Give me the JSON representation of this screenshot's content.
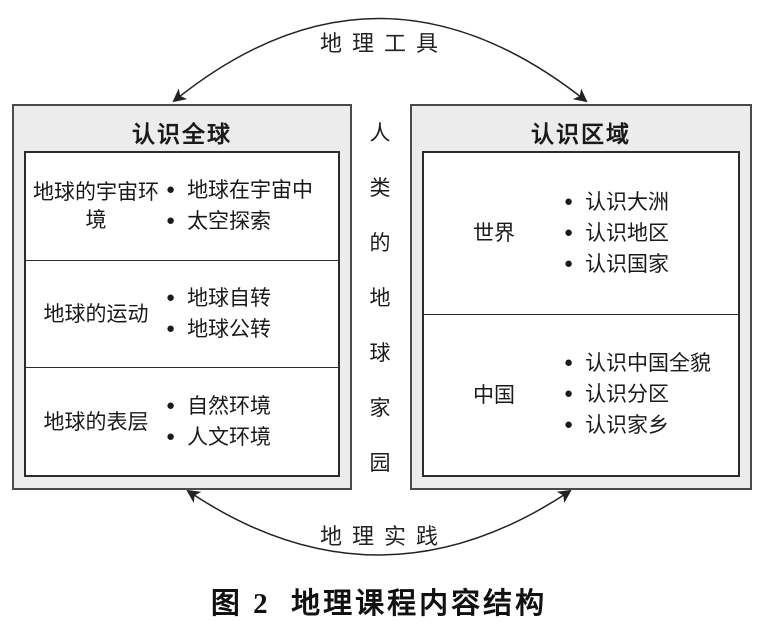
{
  "diagram": {
    "top_arc_label": "地理工具",
    "bottom_arc_label": "地理实践",
    "center_vertical_label": "人类的地球家园",
    "center_chars": [
      "人",
      "类",
      "的",
      "地",
      "球",
      "家",
      "园"
    ],
    "caption": "图 2  地理课程内容结构",
    "icons": {
      "bullet": "●"
    },
    "left_panel": {
      "title": "认识全球",
      "rows": [
        {
          "label": "地球的宇宙环境",
          "items": [
            "地球在宇宙中",
            "太空探索"
          ]
        },
        {
          "label": "地球的运动",
          "items": [
            "地球自转",
            "地球公转"
          ]
        },
        {
          "label": "地球的表层",
          "items": [
            "自然环境",
            "人文环境"
          ]
        }
      ]
    },
    "right_panel": {
      "title": "认识区域",
      "rows": [
        {
          "label": "世界",
          "items": [
            "认识大洲",
            "认识地区",
            "认识国家"
          ]
        },
        {
          "label": "中国",
          "items": [
            "认识中国全貌",
            "认识分区",
            "认识家乡"
          ]
        }
      ]
    },
    "colors": {
      "background": "#ffffff",
      "panel_fill": "#ececec",
      "border": "#2b2b2b",
      "text": "#1a1a1a"
    }
  }
}
